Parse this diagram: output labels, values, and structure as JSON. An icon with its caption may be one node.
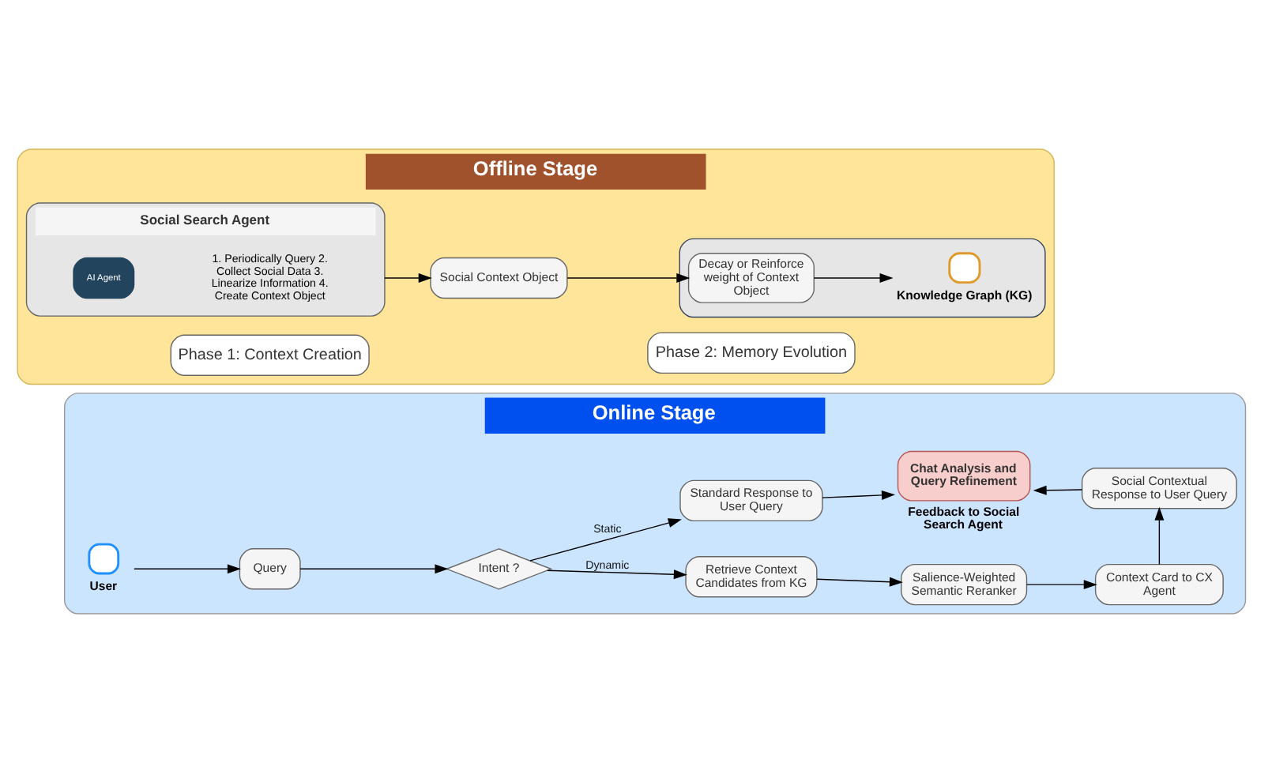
{
  "diagram": {
    "nodes": [
      {
        "text": [
          "Offline Stage"
        ]
      },
      {
        "text": [
          "Phase 1: Context Creation"
        ],
        "in": 0
      },
      {
        "text": [
          "Phase 2: Memory Evolution"
        ],
        "in": 0
      },
      {
        "text": [
          "Social Search Agent"
        ],
        "in": 0
      },
      {
        "text": [
          "AI Agent"
        ],
        "in": 3
      },
      {
        "text": [
          "1. Periodically Query 2. Collect Social Data 3. Linearize Information 4. Create Context Object"
        ],
        "in": 3
      },
      {
        "text": [
          "Social Context Object"
        ],
        "in": 0
      },
      {
        "text": [],
        "shape": "box",
        "in": 0
      },
      {
        "text": [
          "Decay or Reinforce weight of Context Object"
        ],
        "in": 7
      },
      {
        "text": [],
        "shape": "circle",
        "in": 7,
        "beside": [
          "Knowledge Graph (KG)"
        ]
      },
      {
        "text": [
          "Online Stage"
        ]
      },
      {
        "text": [],
        "shape": "person",
        "in": 10,
        "beside": [
          "User"
        ]
      },
      {
        "text": [
          "Query"
        ],
        "in": 10
      },
      {
        "text": [
          "Intent ?"
        ],
        "in": 10
      },
      {
        "text": [
          "Retrieve Context Candidates from KG"
        ],
        "in": 10
      },
      {
        "text": [
          "Salience-Weighted Semantic Reranker"
        ],
        "in": 10
      },
      {
        "text": [
          "Context Card to CX Agent"
        ],
        "in": 10
      },
      {
        "text": [
          "Standard Response to User Query"
        ],
        "in": 10
      },
      {
        "text": [
          "Chat Analysis and Query Refinement"
        ],
        "in": 10,
        "beside": [
          "Feedback to Social Search Agent"
        ]
      },
      {
        "text": [
          "Social Contextual Response to User Query"
        ],
        "in": 10
      }
    ],
    "edges": [
      {
        "from": 3,
        "to": 6,
        "arrow": "to"
      },
      {
        "from": 6,
        "to": 8,
        "arrow": "to"
      },
      {
        "from": 8,
        "to": 9,
        "arrow": "to"
      },
      {
        "from": 11,
        "to": 12,
        "arrow": "to"
      },
      {
        "from": 12,
        "to": 13,
        "arrow": "to"
      },
      {
        "from": 13,
        "to": 14,
        "label": "Dynamic",
        "arrow": "to"
      },
      {
        "from": 13,
        "to": 17,
        "label": "Static",
        "arrow": "to"
      },
      {
        "from": 14,
        "to": 15,
        "arrow": "to"
      },
      {
        "from": 15,
        "to": 16,
        "arrow": "to"
      },
      {
        "from": 16,
        "to": 19,
        "arrow": "to"
      },
      {
        "from": 17,
        "to": 18,
        "arrow": "to"
      },
      {
        "from": 19,
        "to": 18,
        "arrow": "to"
      }
    ]
  }
}
